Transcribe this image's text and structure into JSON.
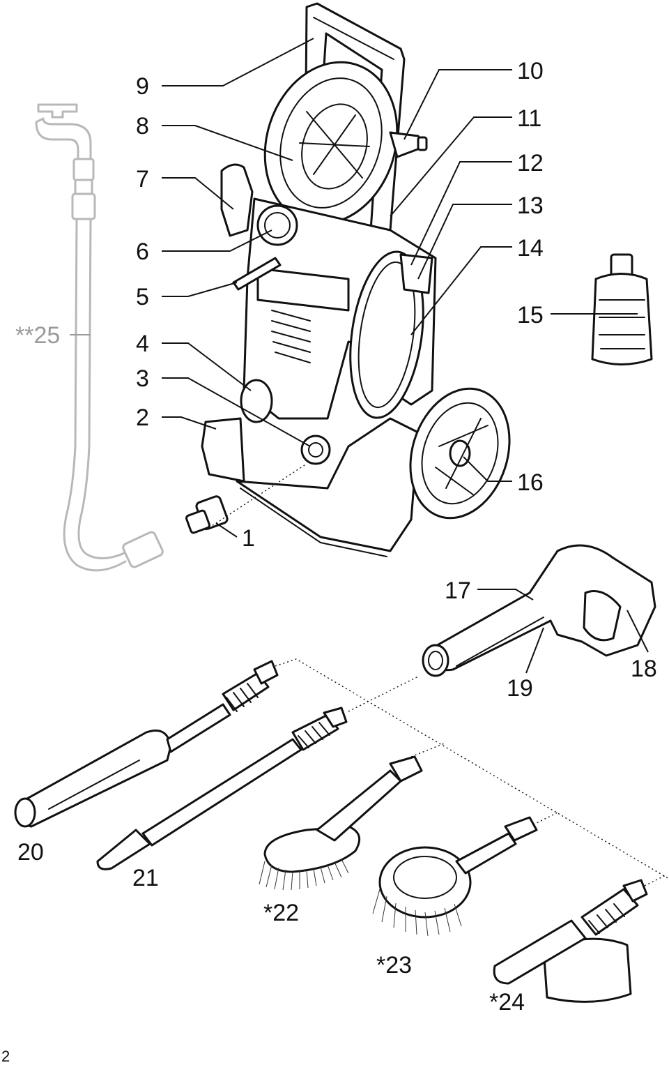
{
  "callouts": {
    "c1": "1",
    "c2": "2",
    "c3": "3",
    "c4": "4",
    "c5": "5",
    "c6": "6",
    "c7": "7",
    "c8": "8",
    "c9": "9",
    "c10": "10",
    "c11": "11",
    "c12": "12",
    "c13": "13",
    "c14": "14",
    "c15": "15",
    "c16": "16",
    "c17": "17",
    "c18": "18",
    "c19": "19",
    "c20": "20",
    "c21": "21",
    "c22": "*22",
    "c23": "*23",
    "c24": "*24",
    "c25": "**25"
  },
  "page_number": "2"
}
